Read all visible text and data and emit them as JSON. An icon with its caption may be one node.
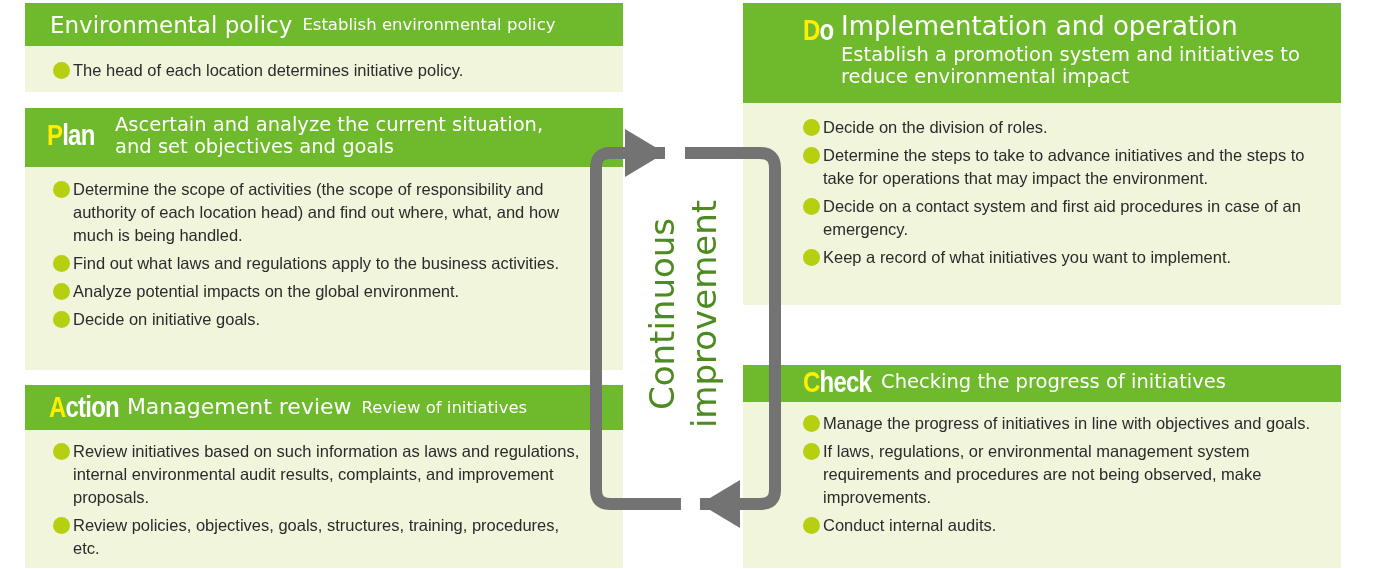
{
  "diagram": {
    "nodes": [
      {
        "text": [
          "Environmental policy",
          "Establish environmental policy",
          "The head of each location determines initiative policy."
        ]
      },
      {
        "text": [
          "Plan",
          "Ascertain and analyze the current situation, and set objectives and goals",
          "Determine the scope of activities (the scope of responsibility and authority of each location head) and find out where, what, and how much is being handled.",
          "Find out what laws and regulations apply to the business activities.",
          "Analyze potential impacts on the global environment.",
          "Decide on initiative goals."
        ]
      },
      {
        "text": [
          "Do",
          "Implementation and operation",
          "Establish a promotion system and initiatives to reduce environmental impact",
          "Decide on the division of roles.",
          "Determine the steps to take to advance initiatives and the steps to take for operations that may impact the environment.",
          "Decide on a contact system and first aid procedures in case of an emergency.",
          "Keep a record of what initiatives you want to implement."
        ]
      },
      {
        "text": [
          "Check",
          "Checking the progress of initiatives",
          "Manage the progress of initiatives in line with objectives and goals.",
          "If laws, regulations, or environmental management system requirements and procedures are not being observed, make improvements.",
          "Conduct internal audits."
        ]
      },
      {
        "text": [
          "Action",
          "Management review",
          "Review of initiatives",
          "Review initiatives based on such information as laws and regulations, internal environmental audit results, complaints, and improvement proposals.",
          "Review policies, objectives, goals, structures, training, procedures, etc."
        ]
      }
    ],
    "edges": [
      {
        "from": 4,
        "to": 1,
        "arrow": "to"
      },
      {
        "from": 2,
        "to": 3,
        "arrow": "to"
      }
    ],
    "labels": [
      "Continuous improvement"
    ]
  }
}
